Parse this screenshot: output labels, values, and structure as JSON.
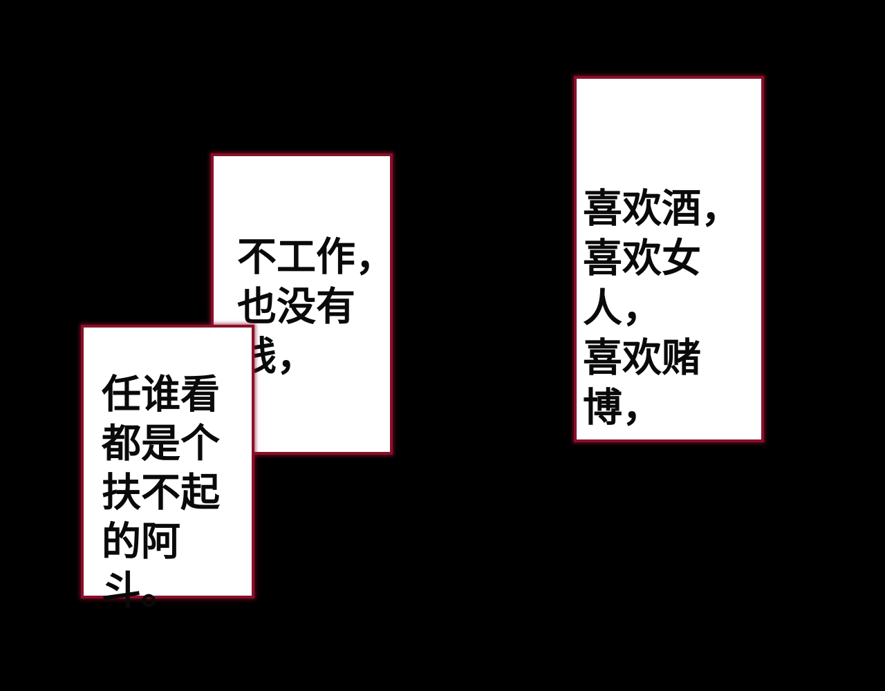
{
  "scene": {
    "background_color": "#000000",
    "box_fill_color": "#ffffff",
    "box_border_color": "#8b0f2a",
    "text_color": "#0a0a0a"
  },
  "panels": {
    "left_box": {
      "name": "narration-box-left",
      "text": "任谁看\n都是个\n扶不起\n的阿斗。"
    },
    "middle_box": {
      "name": "narration-box-middle",
      "text": "不工作，\n也没有\n钱，"
    },
    "right_box": {
      "name": "narration-box-right",
      "text": "喜欢酒，\n喜欢女人，\n喜欢赌博，"
    }
  }
}
